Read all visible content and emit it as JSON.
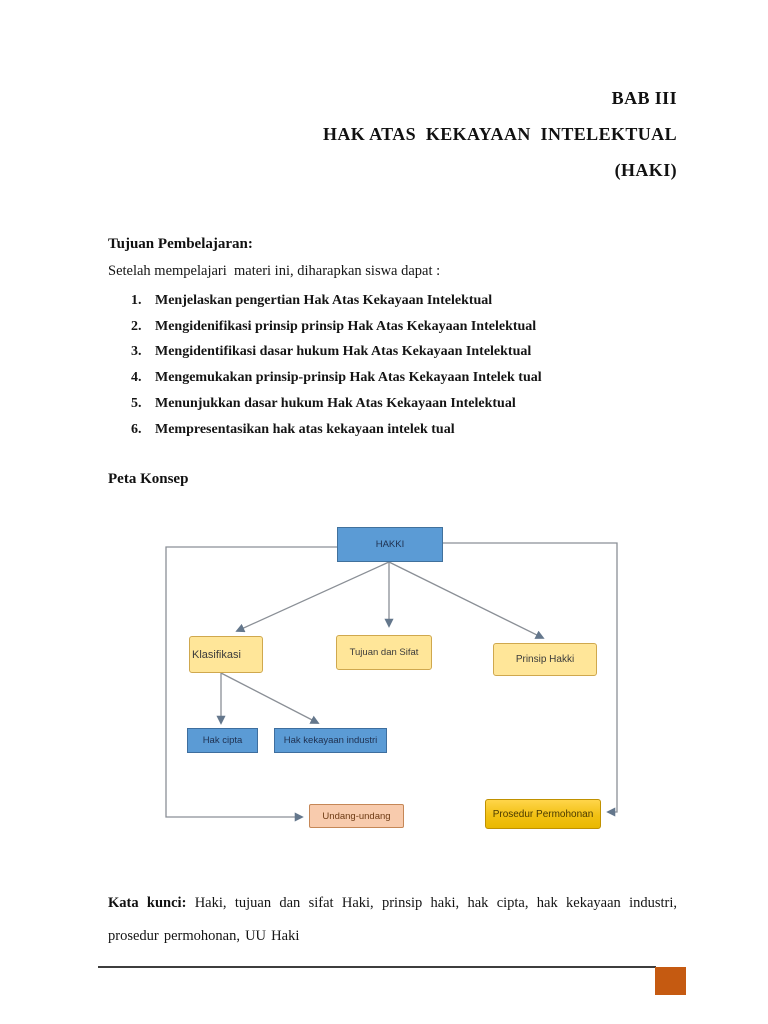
{
  "page": {
    "title_lines": [
      "BAB III",
      "HAK ATAS  KEKAYAAN  INTELEKTUAL",
      "(HAKI)"
    ]
  },
  "objectives": {
    "heading": "Tujuan Pembelajaran:",
    "intro": "Setelah mempelajari  materi ini, diharapkan siswa dapat :",
    "items": [
      {
        "number": "1.",
        "text": "Menjelaskan pengertian Hak Atas Kekayaan Intelektual"
      },
      {
        "number": "2.",
        "text": "Mengidenifikasi prinsip prinsip Hak Atas Kekayaan Intelektual"
      },
      {
        "number": "3.",
        "text": "Mengidentifikasi dasar hukum Hak Atas Kekayaan Intelektual"
      },
      {
        "number": "4.",
        "text": "Mengemukakan prinsip-prinsip Hak Atas Kekayaan Intelek tual"
      },
      {
        "number": "5.",
        "text": "Menunjukkan dasar hukum Hak Atas Kekayaan Intelektual"
      },
      {
        "number": "6.",
        "text": "Mempresentasikan hak atas kekayaan intelek tual"
      }
    ]
  },
  "concept_map": {
    "heading": "Peta Konsep",
    "nodes": {
      "hakki": {
        "label": "HAKKI",
        "fill": "#5B9BD5"
      },
      "klasifikasi": {
        "label": "Klasifikasi",
        "fill": "#FFE699"
      },
      "tujuan": {
        "label": "Tujuan dan Sifat",
        "fill": "#FFE699"
      },
      "prinsip": {
        "label": "Prinsip Hakki",
        "fill": "#FFE699"
      },
      "hak_cipta": {
        "label": "Hak cipta",
        "fill": "#5B9BD5"
      },
      "hak_kekayaan": {
        "label": "Hak kekayaan industri",
        "fill": "#5B9BD5"
      },
      "undang": {
        "label": "Undang-undang",
        "fill": "#F8CBAD"
      },
      "prosedur": {
        "label": "Prosedur Permohonan",
        "fill": "#F2C114"
      }
    },
    "edges": [
      {
        "from": "HAKKI",
        "to": "Klasifikasi"
      },
      {
        "from": "HAKKI",
        "to": "Tujuan dan Sifat"
      },
      {
        "from": "HAKKI",
        "to": "Prinsip Hakki"
      },
      {
        "from": "HAKKI",
        "to": "Undang-undang"
      },
      {
        "from": "HAKKI",
        "to": "Prosedur Permohonan"
      },
      {
        "from": "Klasifikasi",
        "to": "Hak cipta"
      },
      {
        "from": "Klasifikasi",
        "to": "Hak kekayaan industri"
      }
    ],
    "line_color": "#8a8f96"
  },
  "keywords": {
    "label": "Kata kunci:",
    "text": " Haki, tujuan dan sifat Haki, prinsip haki, hak cipta, hak kekayaan industri, prosedur permohonan, UU Haki"
  },
  "footer": {
    "accent_color": "#C55A11"
  }
}
